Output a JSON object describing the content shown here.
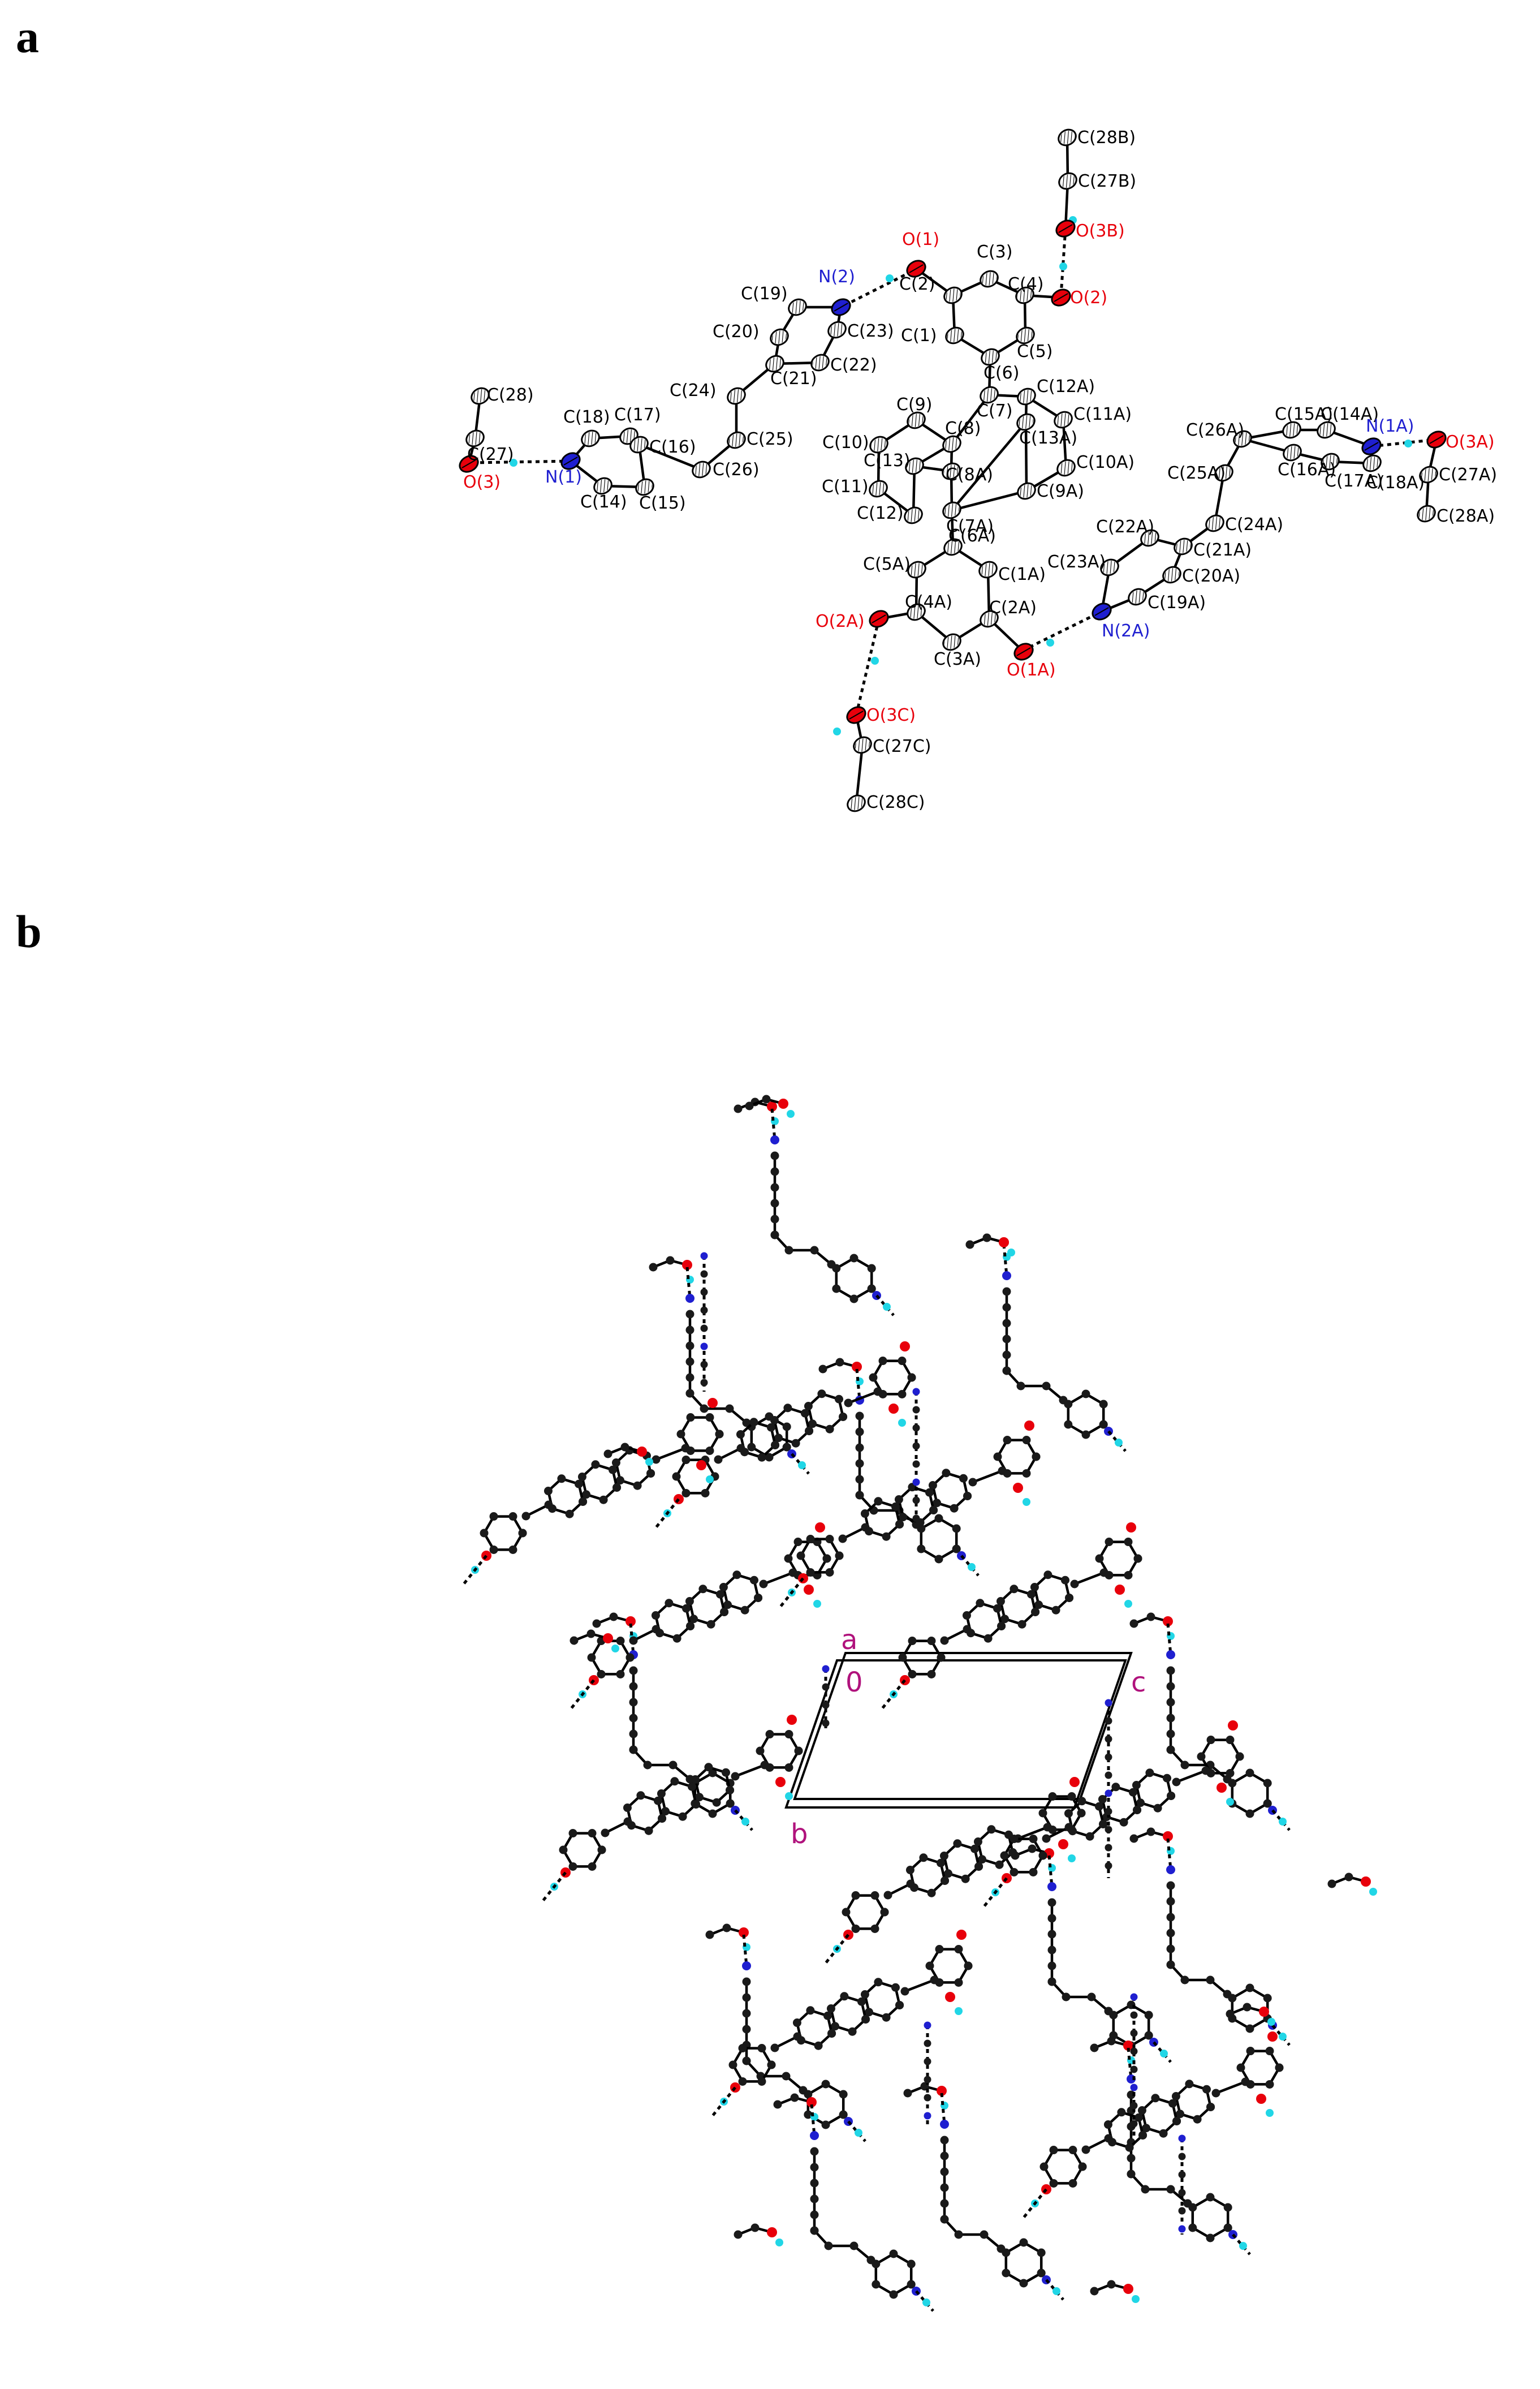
{
  "panels": {
    "a": {
      "letter": "a"
    },
    "b": {
      "letter": "b"
    }
  },
  "colors": {
    "carbon": "#1a1a1a",
    "oxygen": "#e8000b",
    "nitrogen": "#1f1fd0",
    "hydrogen": "#21d6e6",
    "cell_label": "#b0127c"
  },
  "unit_cell_labels": {
    "a": "a",
    "origin": "0",
    "b": "b",
    "c": "c"
  },
  "atom_labels": {
    "o1": "O(1)",
    "n2": "N(2)",
    "c3": "C(3)",
    "c4": "C(4)",
    "c2": "C(2)",
    "c19": "C(19)",
    "o2": "O(2)",
    "c1": "C(1)",
    "c5": "C(5)",
    "c20": "C(20)",
    "c23": "C(23)",
    "c6": "C(6)",
    "c22": "C(22)",
    "c21": "C(21)",
    "c7": "C(7)",
    "c12a": "C(12A)",
    "c24": "C(24)",
    "c9": "C(9)",
    "c13a": "C(13A)",
    "c11a": "C(11A)",
    "c28": "C(28)",
    "c17": "C(17)",
    "c18": "C(18)",
    "c16": "C(16)",
    "c25": "C(25)",
    "c8": "C(8)",
    "c27": "C(27)",
    "c10": "C(10)",
    "c13": "C(13)",
    "c8a": "C(8A)",
    "c10a": "C(10A)",
    "n1": "N(1)",
    "c26": "C(26)",
    "o3": "O(3)",
    "c14": "C(14)",
    "c15": "C(15)",
    "c11": "C(11)",
    "c9a": "C(9A)",
    "c7a": "C(7A)",
    "c12": "C(12)",
    "c6a": "C(6A)",
    "c5a": "C(5A)",
    "c1a": "C(1A)",
    "c4a": "C(4A)",
    "o2a": "O(2A)",
    "c2a": "C(2A)",
    "c3a": "C(3A)",
    "o1a": "O(1A)",
    "o3c": "O(3C)",
    "c27c": "C(27C)",
    "c28c": "C(28C)",
    "c28b": "C(28B)",
    "c27b": "C(27B)",
    "o3b": "O(3B)",
    "c26a": "C(26A)",
    "c15a": "C(15A)",
    "c14a": "C(14A)",
    "n1a": "N(1A)",
    "o3a": "O(3A)",
    "c16a": "C(16A)",
    "c17a": "C(17A)",
    "c18a": "C(18A)",
    "c27a": "C(27A)",
    "c25a": "C(25A)",
    "c24a": "C(24A)",
    "c28a": "C(28A)",
    "c22a": "C(22A)",
    "c21a": "C(21A)",
    "c23a": "C(23A)",
    "c20a": "C(20A)",
    "c19a": "C(19A)",
    "n2a": "N(2A)"
  }
}
